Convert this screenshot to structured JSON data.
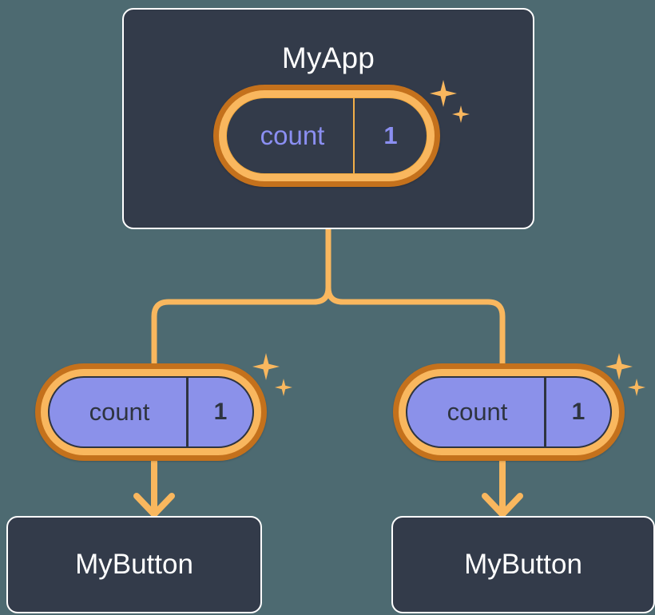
{
  "theme": {
    "background": "#4d6a71",
    "card_fill": "#333b4a",
    "card_border": "#ffffff",
    "pill_ring_outer": "#c4711c",
    "pill_ring_inner": "#f9b75e",
    "pill_fill_purple": "#8b91ea",
    "signal_text_purple": "#8b8ff2",
    "signal_text_dark": "#2e3440",
    "connector": "#f9b75e"
  },
  "app": {
    "title": "MyApp",
    "signal": {
      "name": "count",
      "value": "1"
    }
  },
  "children": [
    {
      "signal": {
        "name": "count",
        "value": "1"
      },
      "component": {
        "title": "MyButton"
      }
    },
    {
      "signal": {
        "name": "count",
        "value": "1"
      },
      "component": {
        "title": "MyButton"
      }
    }
  ],
  "icons": {
    "sparkle_large": "sparkle-icon",
    "sparkle_small": "sparkle-small-icon",
    "arrow": "arrow-down-icon"
  }
}
